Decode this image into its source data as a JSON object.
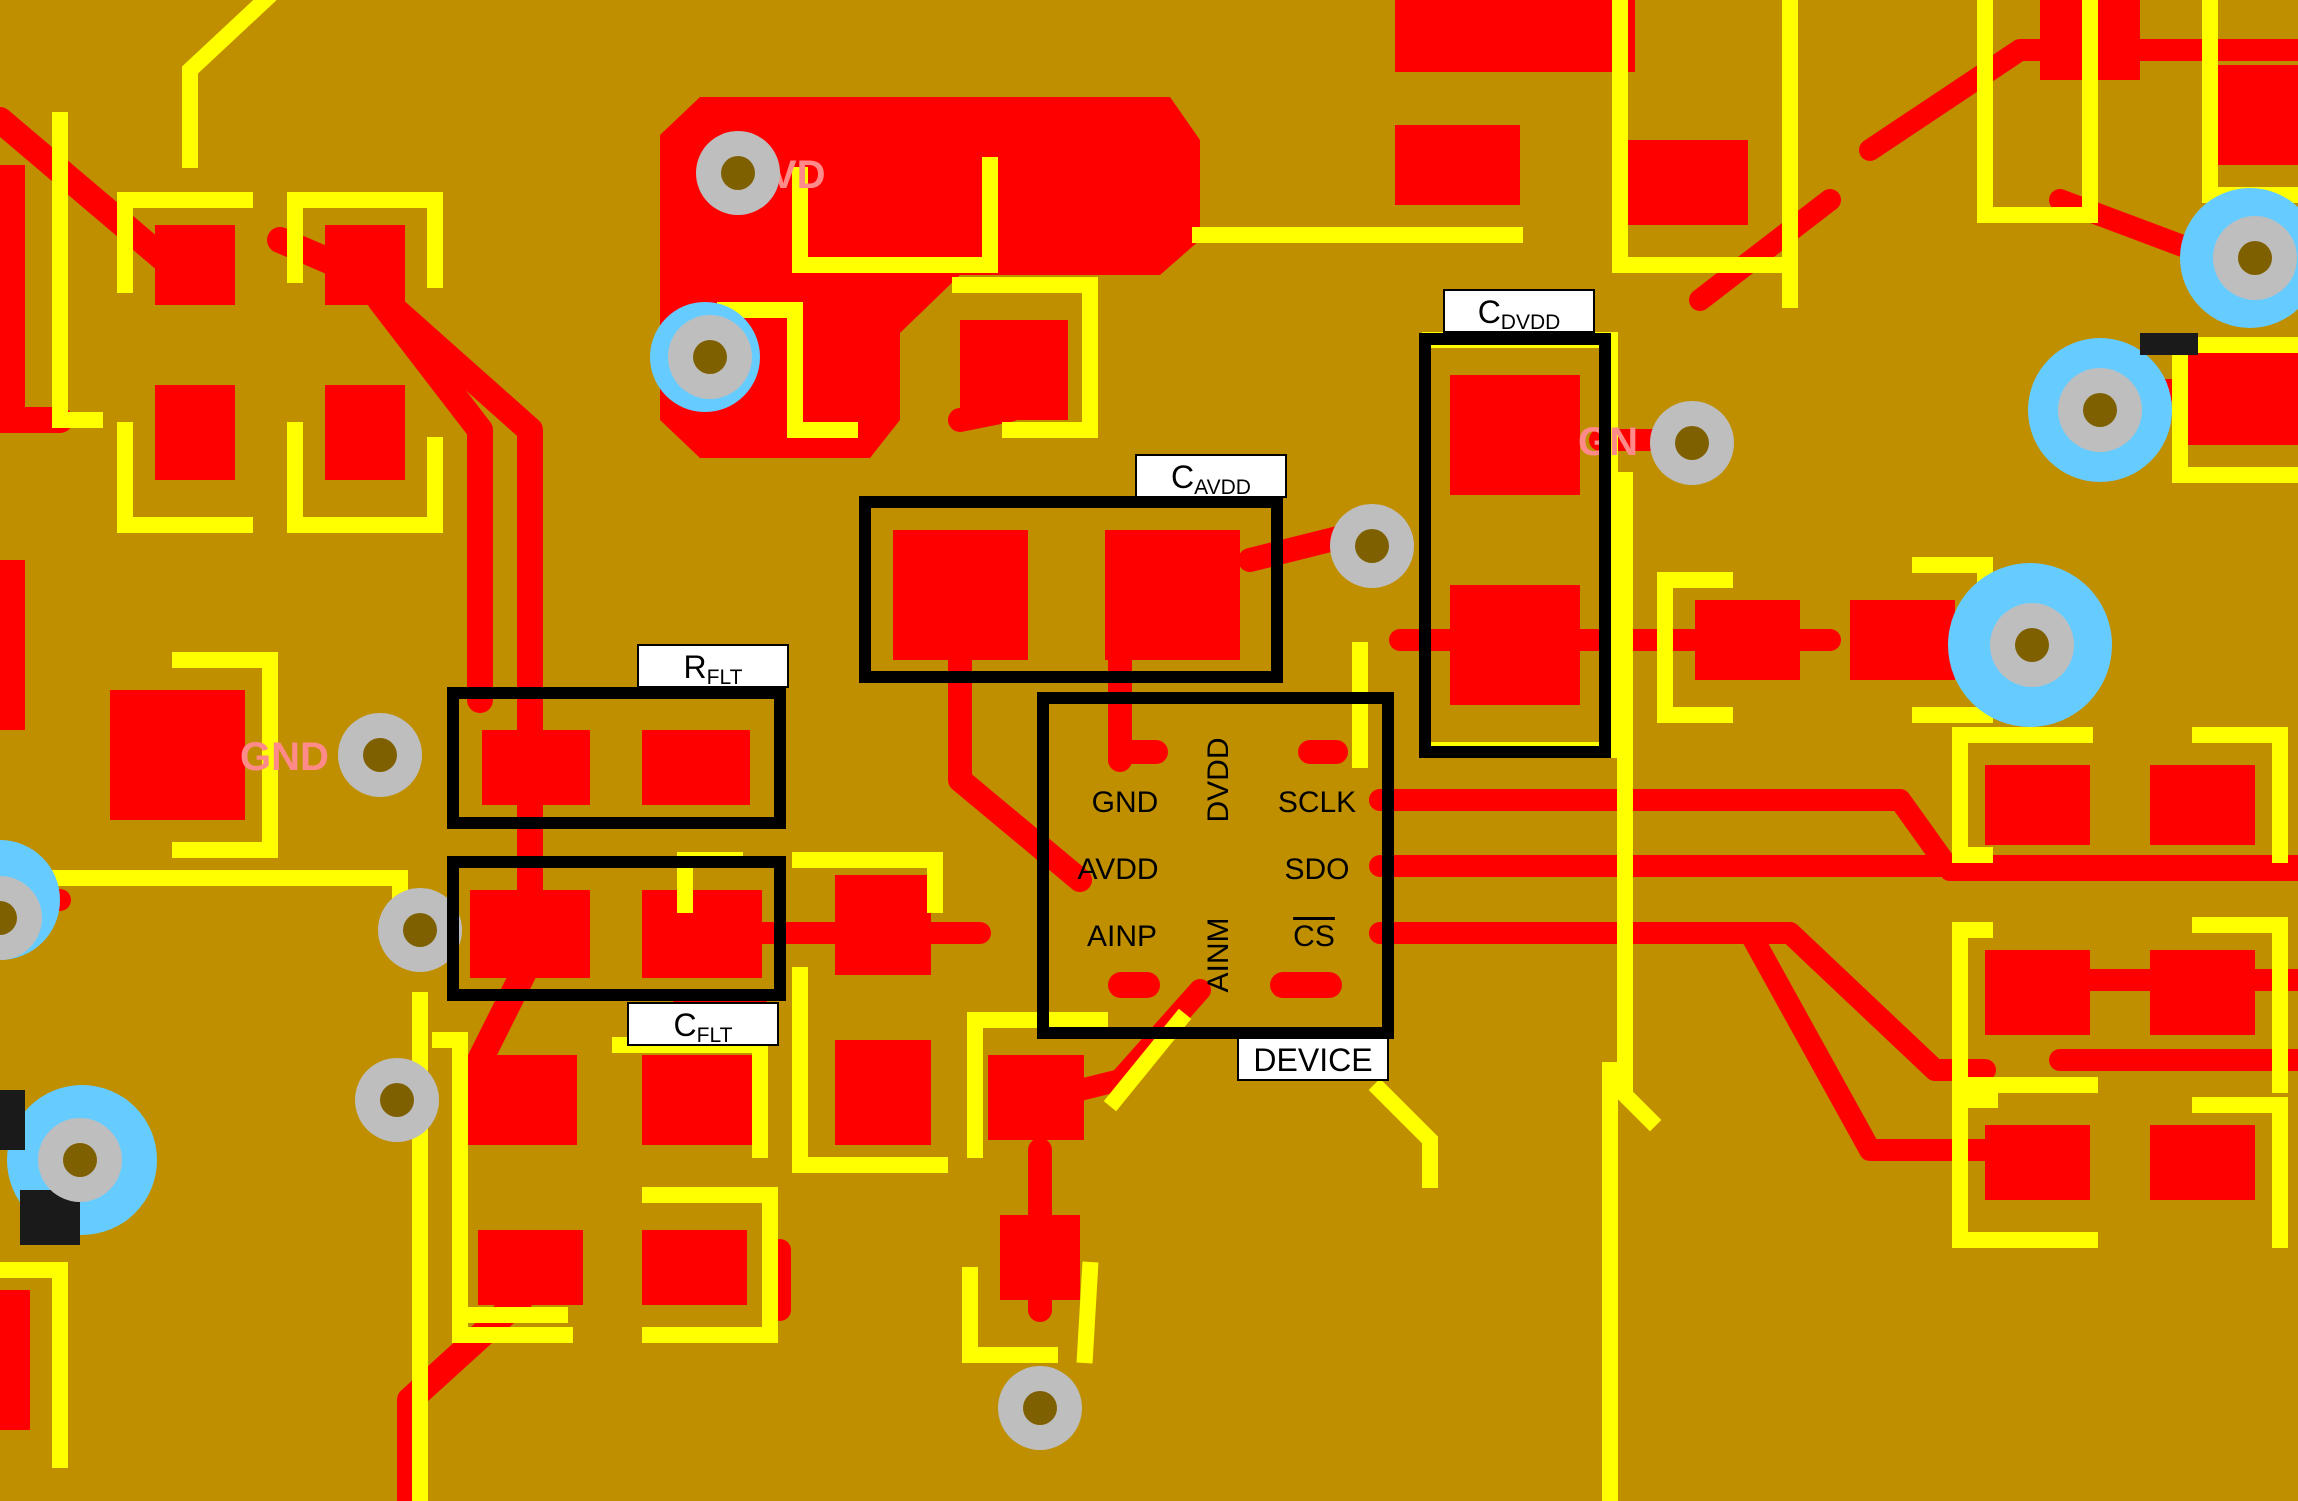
{
  "colors": {
    "board": "#BF8F00",
    "copper": "#FF0000",
    "silkscreen": "#FFFF00",
    "via_ring": "#BEBEBE",
    "via_hole": "#7F6000",
    "thermal": "#66CCFF",
    "outline": "#000000"
  },
  "components": {
    "c_avdd": {
      "main": "C",
      "sub": "AVDD"
    },
    "c_dvdd": {
      "main": "C",
      "sub": "DVDD"
    },
    "r_flt": {
      "main": "R",
      "sub": "FLT"
    },
    "c_flt": {
      "main": "C",
      "sub": "FLT"
    },
    "device": {
      "label": "DEVICE"
    }
  },
  "device_pins": {
    "gnd": "GND",
    "avdd": "AVDD",
    "ainp": "AINP",
    "dvdd": "DVDD",
    "ainm": "AINM",
    "sclk": "SCLK",
    "sdo": "SDO",
    "cs": "CS"
  },
  "silkscreen_text": {
    "gnd_left": "GND",
    "gnd_right": "GN",
    "vd": "VD"
  }
}
